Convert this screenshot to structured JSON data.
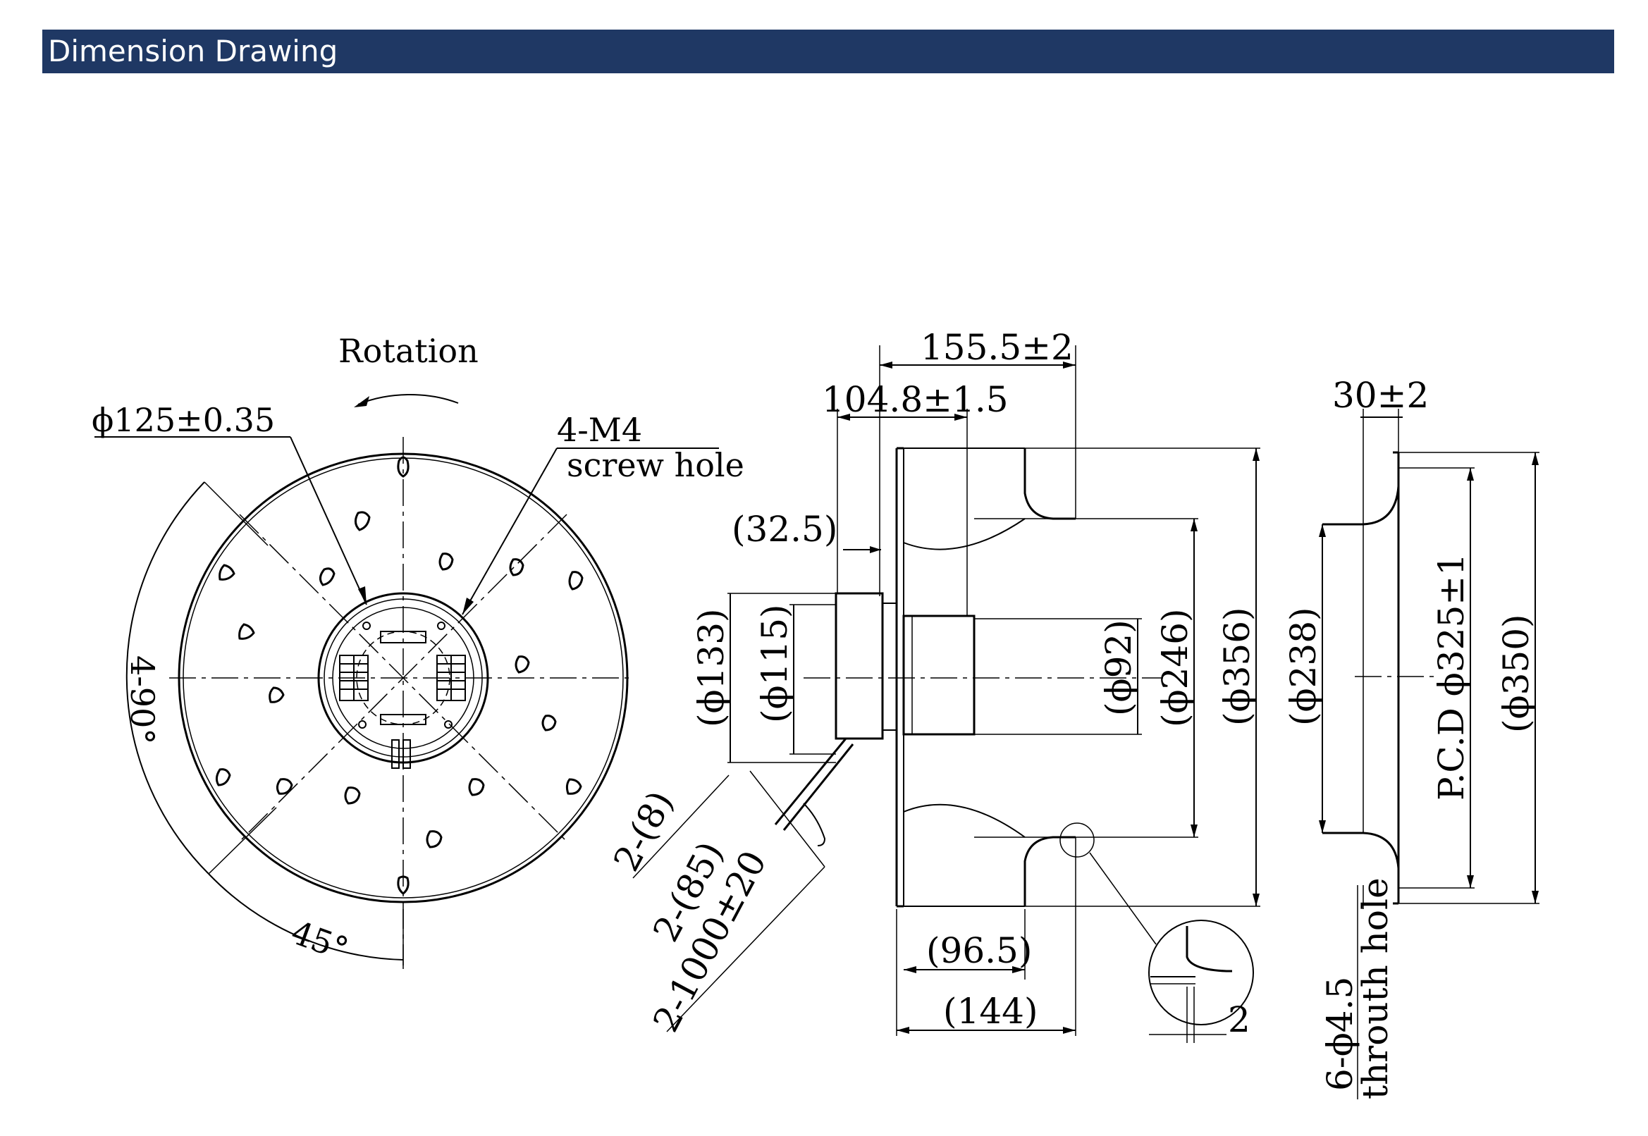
{
  "header": {
    "title": "Dimension Drawing"
  },
  "colors": {
    "header_bg": "#1f3864",
    "header_text": "#ffffff",
    "line": "#000000"
  },
  "front_view": {
    "rotation": "Rotation",
    "hub_diameter": "ϕ125±0.35",
    "screw_label": "4-M4",
    "screw_sub": "screw hole",
    "angle_4x90": "4-90°",
    "angle_45": "45°"
  },
  "side_view": {
    "overall_length": "155.5±2",
    "motor_length": "104.8±1.5",
    "flange_offset": "(32.5)",
    "d133": "(ϕ133)",
    "d115": "(ϕ115)",
    "d92": "(ϕ92)",
    "d246": "(ϕ246)",
    "d356": "(ϕ356)",
    "cable_8": "2-(8)",
    "cable_85": "2-(85)",
    "cable_len": "2-1000±20",
    "d96_5": "(96.5)",
    "d144": "(144)",
    "detail_2": "2"
  },
  "ring_view": {
    "width": "30±2",
    "d238": "(ϕ238)",
    "pcd": "P.C.D ϕ325±1",
    "d350": "(ϕ350)",
    "hole_count": "6-ϕ4.5",
    "hole_desc": "throuth hole"
  }
}
